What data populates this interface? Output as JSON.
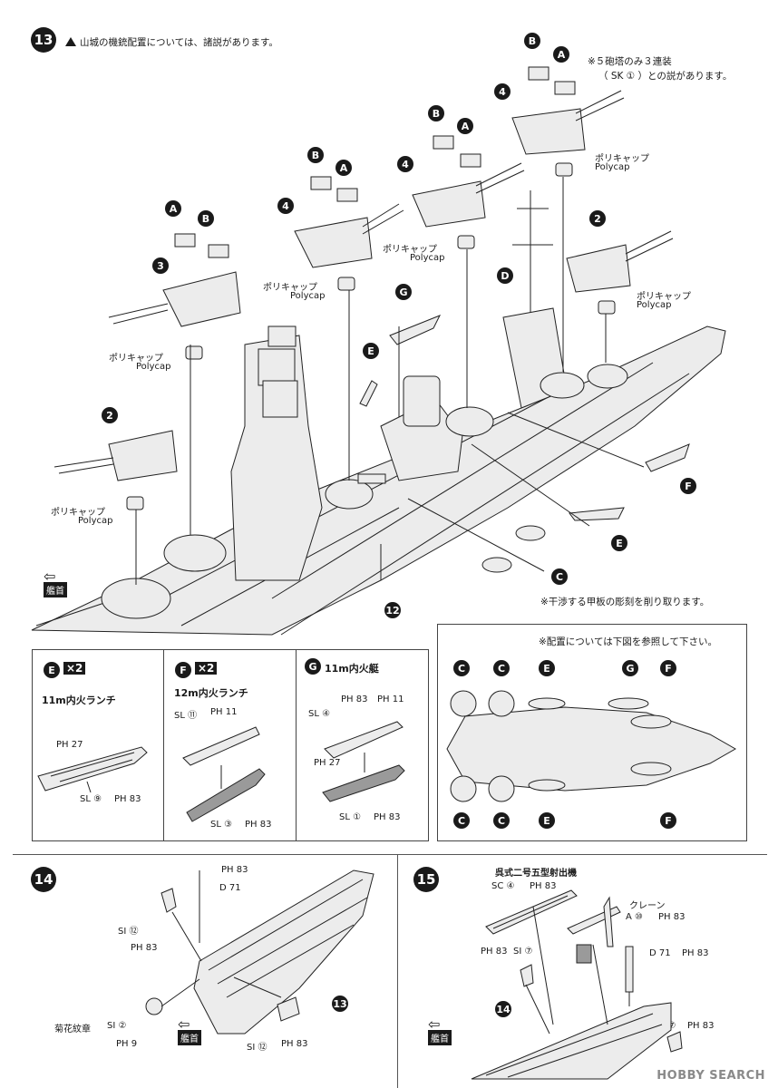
{
  "step13": {
    "number": "13",
    "warning": "山城の機銃配置については、諸説があります。",
    "note_turret": "※５砲塔のみ３連装",
    "note_turret2": "（ SK ① ）との説があります。",
    "polycap_jp": "ポリキャップ",
    "polycap_en": "Polycap",
    "bow_label": "艦首",
    "hull_part": "12",
    "note_cut": "※干渉する甲板の彫刻を削り取ります。",
    "note_diagram": "※配置については下図を参照して下さい。",
    "turret_numbers": [
      "3",
      "2",
      "4",
      "4",
      "4",
      "2"
    ],
    "gun_letters": [
      "A",
      "B",
      "B",
      "A",
      "B",
      "A",
      "B",
      "A"
    ],
    "part_letters": {
      "E": "E",
      "G": "G",
      "D": "D",
      "F": "F",
      "C": "C"
    }
  },
  "subpanels": {
    "e": {
      "letter": "E",
      "multiplier": "×2",
      "title": "11m内火ランチ",
      "ph_top": "PH 27",
      "sl": "SL ⑨",
      "ph_bottom": "PH 83"
    },
    "f": {
      "letter": "F",
      "multiplier": "×2",
      "title": "12m内火ランチ",
      "sl_top": "SL ⑪",
      "ph_top": "PH 11",
      "sl_bottom": "SL ③",
      "ph_bottom": "PH 83"
    },
    "g": {
      "letter": "G",
      "title": "11m内火艇",
      "ph_a": "PH 83",
      "ph_b": "PH 11",
      "sl": "SL ④",
      "ph_c": "PH 27",
      "sl_bottom": "SL ①",
      "ph_bottom": "PH 83"
    }
  },
  "diagram_labels": {
    "top": [
      "C",
      "C",
      "E",
      "G",
      "F"
    ],
    "bottom": [
      "C",
      "C",
      "E",
      "F"
    ]
  },
  "step14": {
    "number": "14",
    "si12_a": "SI ⑫",
    "ph83_a": "PH 83",
    "d71": "D 71",
    "ph83_top": "PH 83",
    "chrys": "菊花紋章",
    "si2": "SI ②",
    "ph9": "PH 9",
    "bow_label": "艦首",
    "si12_b": "SI ⑫",
    "ph83_b": "PH 83",
    "ref13": "13"
  },
  "step15": {
    "number": "15",
    "catapult": "呉式二号五型射出機",
    "sc4": "SC ④",
    "ph83_a": "PH 83",
    "crane": "クレーン",
    "a10": "A ⑩",
    "ph83_b": "PH 83",
    "si7_a": "SI ⑦",
    "ph83_c": "PH 83",
    "d71": "D 71",
    "ph83_d": "PH 83",
    "si7_b": "SI ⑦",
    "ph83_e": "PH 83",
    "bow_label": "艦首",
    "ref14": "14"
  },
  "watermark": "HOBBY SEARCH"
}
